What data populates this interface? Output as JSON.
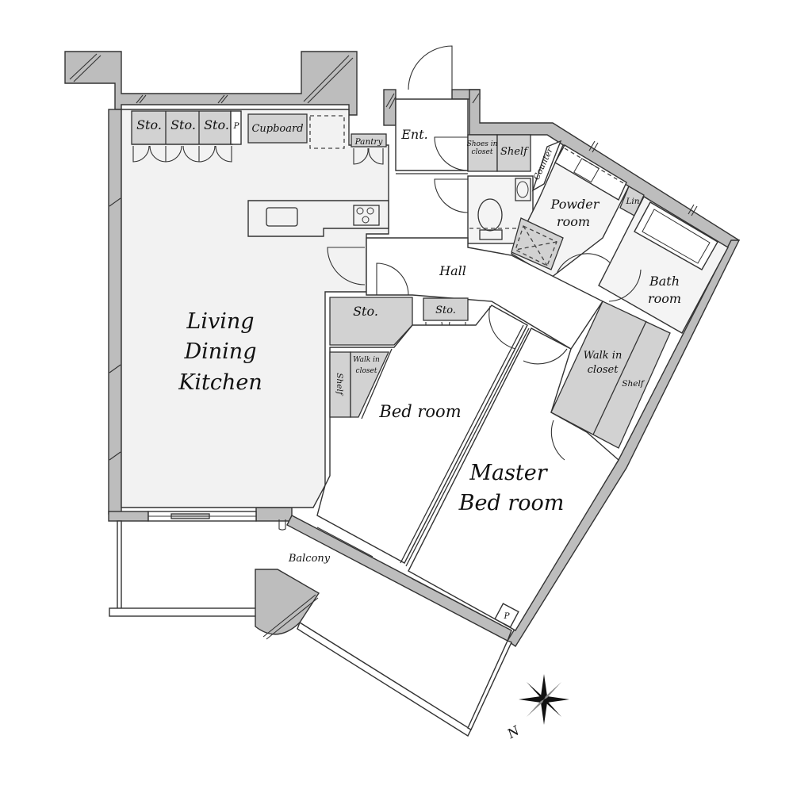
{
  "plan": {
    "rooms": {
      "ldk": [
        "Living",
        "Dining",
        "Kitchen"
      ],
      "entrance": "Ent.",
      "hall": "Hall",
      "powder_room": [
        "Powder",
        "room"
      ],
      "bath_room": [
        "Bath",
        "room"
      ],
      "bed_room": "Bed room",
      "master_bed_room": [
        "Master",
        "Bed room"
      ],
      "balcony": "Balcony"
    },
    "fixtures": {
      "kitchen_storage": [
        "Sto.",
        "Sto.",
        "Sto."
      ],
      "kitchen_p": "P",
      "cupboard": "Cupboard",
      "pantry": "Pantry",
      "shoes_in_closet": [
        "Shoes in",
        "closet"
      ],
      "entrance_shelf": "Shelf",
      "counter": "Counter",
      "linen": "Lin",
      "hall_storage_left": "Sto.",
      "hall_storage_right": "Sto.",
      "bedroom_walk_in": [
        "Walk in",
        "closet"
      ],
      "bedroom_shelf": "Shelf",
      "master_walk_in": [
        "Walk in",
        "closet"
      ],
      "master_shelf": "Shelf",
      "master_p": "P"
    },
    "compass": {
      "label": "N",
      "icon": "compass-rose-icon"
    },
    "colors": {
      "wall": "#bdbdbd",
      "storage": "#d2d2d2",
      "ldk_floor": "#f2f2f2",
      "line": "#333333"
    }
  }
}
